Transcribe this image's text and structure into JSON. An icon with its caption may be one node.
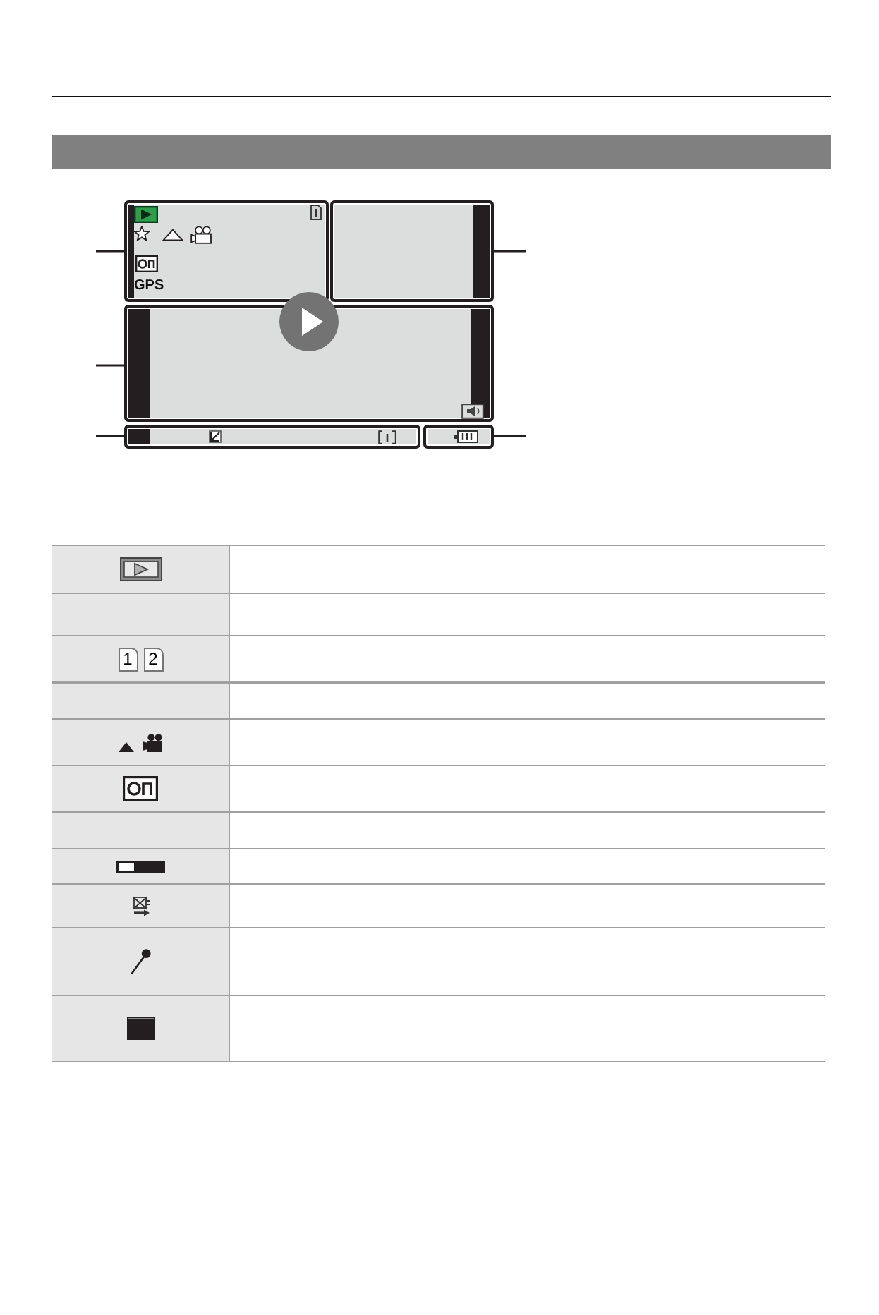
{
  "diagram": {
    "nodes": [
      {
        "text": [],
        "shape": "box"
      },
      {
        "text": [],
        "shape": "box"
      },
      {
        "text": [],
        "shape": "box"
      },
      {
        "text": [],
        "shape": "box"
      },
      {
        "text": [],
        "shape": "box"
      }
    ],
    "edges": [
      {
        "from": null,
        "to": 0,
        "arrow": "none"
      },
      {
        "from": null,
        "to": 1,
        "arrow": "none"
      },
      {
        "from": null,
        "to": 2,
        "arrow": "none"
      },
      {
        "from": null,
        "to": 3,
        "arrow": "none"
      },
      {
        "from": null,
        "to": 4,
        "arrow": "none"
      }
    ],
    "labels": [
      "GPS",
      "1",
      "2"
    ]
  }
}
